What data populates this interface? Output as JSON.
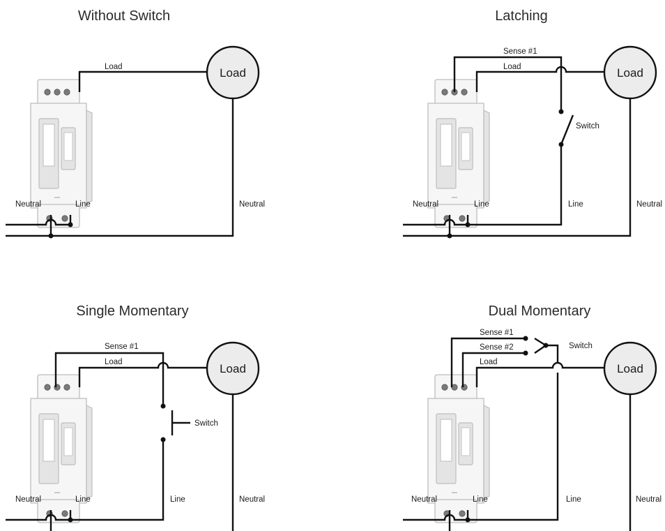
{
  "panels": [
    {
      "title": "Without Switch",
      "load": "Load",
      "load_wire": "Load",
      "neutral_left": "Neutral",
      "line": "Line",
      "neutral_right": "Neutral"
    },
    {
      "title": "Latching",
      "load": "Load",
      "sense1": "Sense #1",
      "load_wire": "Load",
      "switch": "Switch",
      "neutral_left": "Neutral",
      "line": "Line",
      "line_switch": "Line",
      "neutral_right": "Neutral"
    },
    {
      "title": "Single Momentary",
      "load": "Load",
      "sense1": "Sense #1",
      "load_wire": "Load",
      "switch": "Switch",
      "neutral_left": "Neutral",
      "line": "Line",
      "line_switch": "Line",
      "neutral_right": "Neutral"
    },
    {
      "title": "Dual Momentary",
      "load": "Load",
      "sense1": "Sense #1",
      "sense2": "Sense #2",
      "load_wire": "Load",
      "switch": "Switch",
      "neutral_left": "Neutral",
      "line": "Line",
      "line_switch": "Line",
      "neutral_right": "Neutral"
    }
  ]
}
